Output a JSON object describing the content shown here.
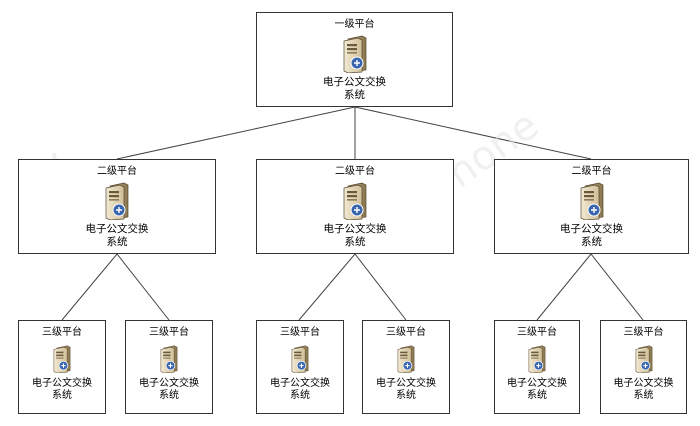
{
  "diagram": {
    "level1": {
      "title": "一级平台",
      "system_line1": "电子公文交换",
      "system_line2": "系统",
      "icon": "server-icon"
    },
    "level2": [
      {
        "title": "二级平台",
        "system_line1": "电子公文交换",
        "system_line2": "系统",
        "icon": "server-icon"
      },
      {
        "title": "二级平台",
        "system_line1": "电子公文交换",
        "system_line2": "系统",
        "icon": "server-icon"
      },
      {
        "title": "二级平台",
        "system_line1": "电子公文交换",
        "system_line2": "系统",
        "icon": "server-icon"
      }
    ],
    "level3": [
      {
        "title": "三级平台",
        "system_line1": "电子公文交换",
        "system_line2": "系统",
        "icon": "server-icon"
      },
      {
        "title": "三级平台",
        "system_line1": "电子公文交换",
        "system_line2": "系统",
        "icon": "server-icon"
      },
      {
        "title": "三级平台",
        "system_line1": "电子公文交换",
        "system_line2": "系统",
        "icon": "server-icon"
      },
      {
        "title": "三级平台",
        "system_line1": "电子公文交换",
        "system_line2": "系统",
        "icon": "server-icon"
      },
      {
        "title": "三级平台",
        "system_line1": "电子公文交换",
        "system_line2": "系统",
        "icon": "server-icon"
      },
      {
        "title": "三级平台",
        "system_line1": "电子公文交换",
        "system_line2": "系统",
        "icon": "server-icon"
      }
    ]
  },
  "colors": {
    "border": "#333333",
    "line": "#444444",
    "server_body": "#d8c8a0",
    "badge": "#3a66b0"
  }
}
